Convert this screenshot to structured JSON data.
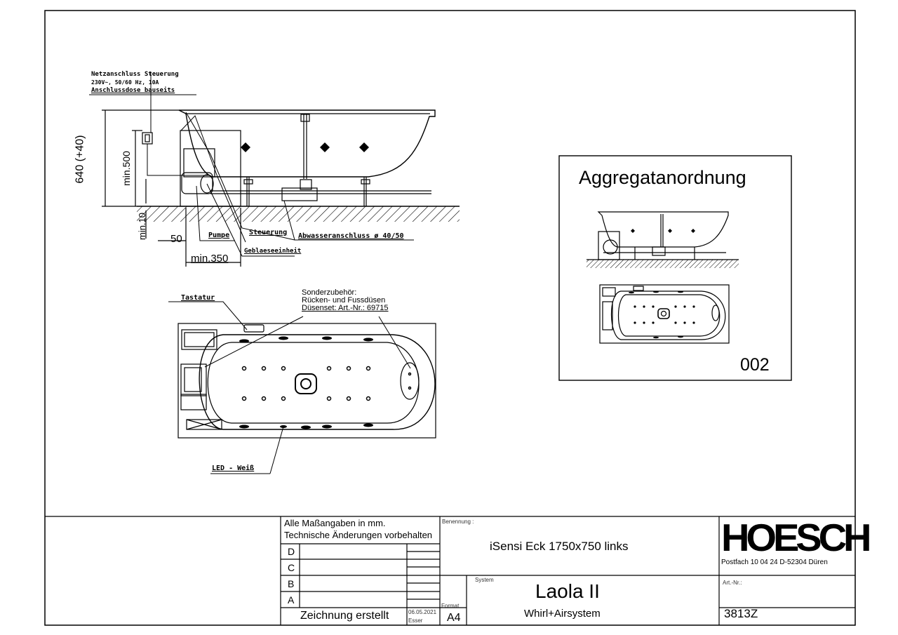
{
  "drawing": {
    "callouts": {
      "power_line1": "Netzanschluss Steuerung",
      "power_line2": "230V~, 50/60 Hz, 10A",
      "power_line3": "Anschlussdose bauseits",
      "pump": "Pumpe",
      "control": "Steuerung",
      "drain": "Abwasseranschluss ø 40/50",
      "blower": "Geblaeseeinheit",
      "keypad": "Tastatur",
      "accessory_line1": "Sonderzubehör:",
      "accessory_line2": "Rücken- und Fussdüsen",
      "accessory_line3": "Düsenset: Art.-Nr.: 69715",
      "led": "LED  - Weiß"
    },
    "dimensions": {
      "height": "640 (+40)",
      "min500": "min.500",
      "min10": "min.10",
      "d50": "50",
      "min350": "min.350"
    },
    "inset": {
      "title": "Aggregatanordnung",
      "number": "002"
    }
  },
  "title_block": {
    "note_line1": "Alle Maßangaben in mm.",
    "note_line2": "Technische Änderungen vorbehalten",
    "revisions": [
      "D",
      "C",
      "B",
      "A"
    ],
    "created_label": "Zeichnung erstellt",
    "created_date": "06.05.2021",
    "created_by": "Esser",
    "format_label": "Format",
    "format_value": "A4",
    "designation_label": "Benennung :",
    "designation_value": "iSensi Eck 1750x750 links",
    "system_label": "System",
    "system_name": "Laola II",
    "system_sub": "Whirl+Airsystem",
    "logo": "HOESCH",
    "address": "Postfach 10 04 24    D-52304 Düren",
    "article_label": "Art.-Nr.:",
    "article_value": "3813Z"
  }
}
